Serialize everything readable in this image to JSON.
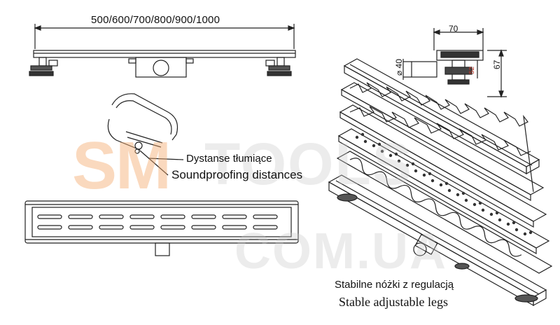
{
  "labels": {
    "length_options": "500/600/700/800/900/1000",
    "damping_pl": "Dystanse tłumiące",
    "damping_en": "Soundproofing distances",
    "legs_pl": "Stabilne nóżki z regulacją",
    "legs_en": "Stable adjustable legs"
  },
  "dimensions": {
    "width": "70",
    "height_total": "67",
    "height_inner": "52",
    "outlet_diameter": "⌀ 40"
  },
  "watermark": {
    "part1": "SM",
    "part2": "TOOLS",
    "part3": "COM.UA"
  },
  "colors": {
    "line": "#222222",
    "watermark_orange": "#f5aa6e",
    "watermark_grey": "#c8c8c8",
    "dimension_red": "#c0392b"
  }
}
